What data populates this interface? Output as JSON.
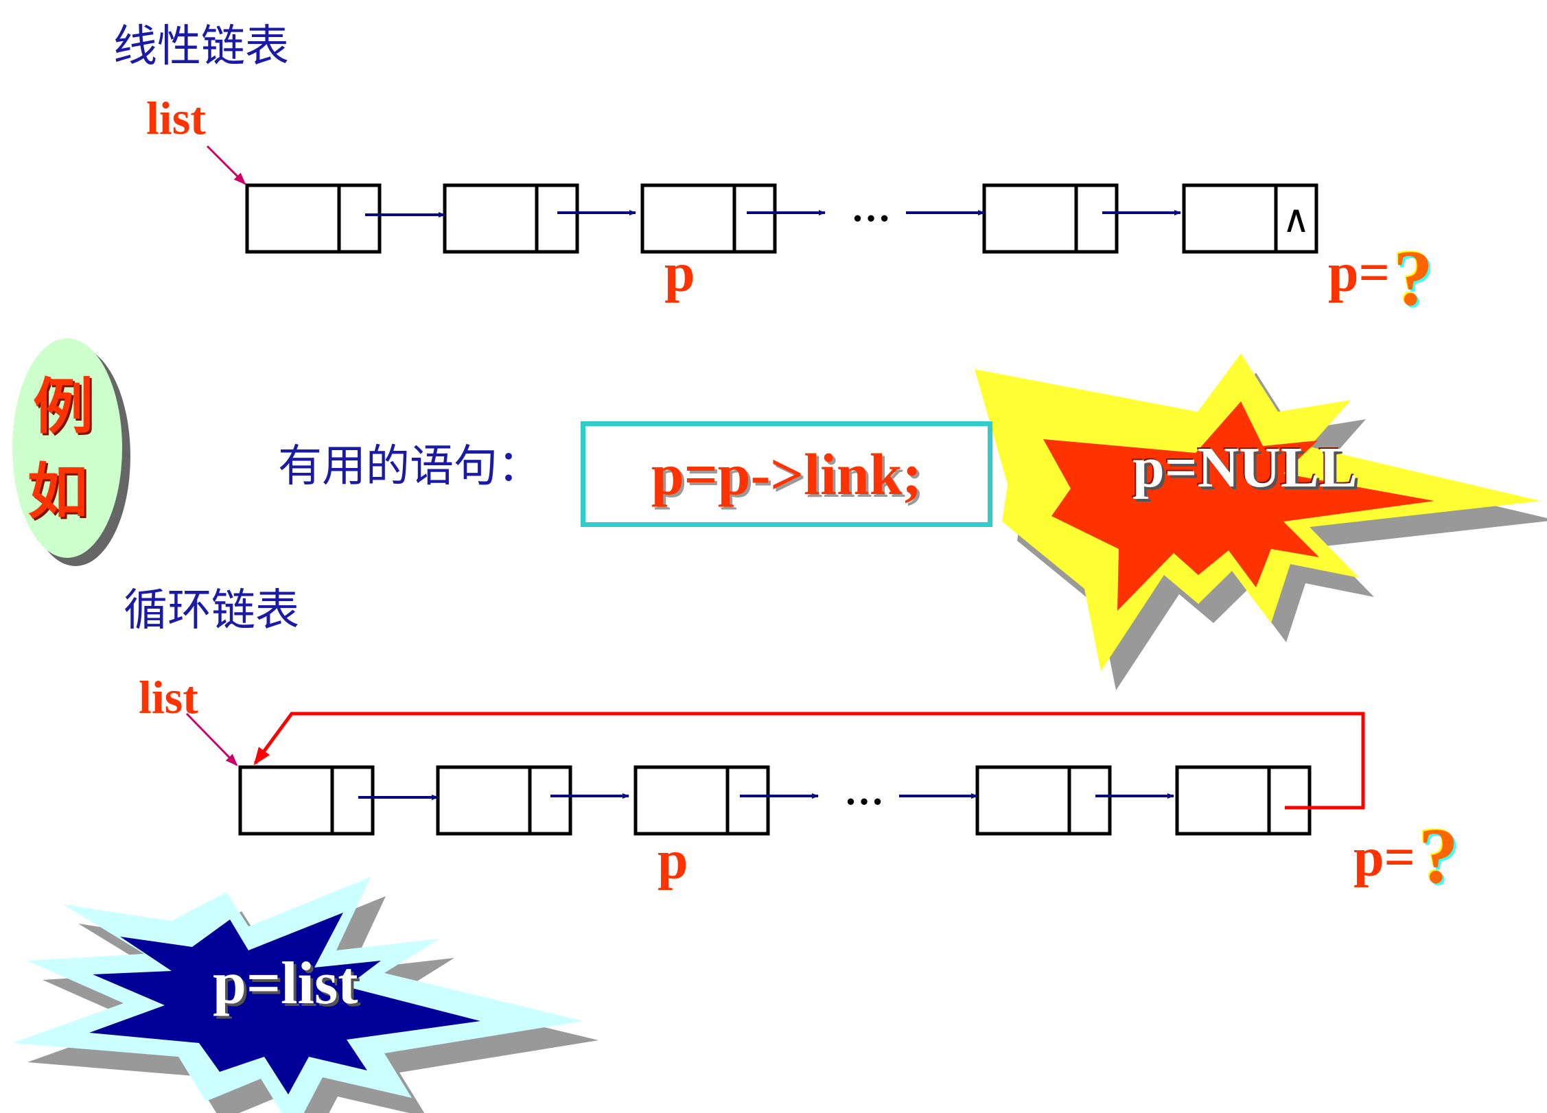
{
  "linear_section": {
    "title": "线性链表",
    "head_label": "list",
    "pointer_label": "p",
    "ellipsis": "…",
    "null_mark": "∧",
    "question_label": "p=",
    "question_mark": "?"
  },
  "statement": {
    "label": "有用的语句：",
    "code": "p=p->link;"
  },
  "burst_null": {
    "text": "p=NULL"
  },
  "example_badge": {
    "line1": "例",
    "line2": "如"
  },
  "circular_section": {
    "title": "循环链表",
    "head_label": "list",
    "pointer_label": "p",
    "ellipsis": "…",
    "question_label": "p=",
    "question_mark": "?"
  },
  "burst_list": {
    "text": "p=list"
  },
  "colors": {
    "title_blue": "#1a1aa6",
    "label_red": "#ff3300",
    "arrow_navy": "#0a0a80",
    "loop_red": "#ff0000",
    "code_border": "#33cccc"
  }
}
